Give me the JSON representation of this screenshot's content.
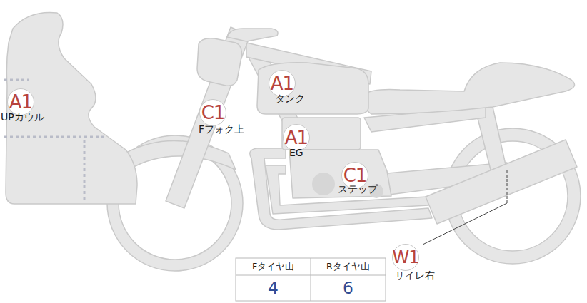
{
  "diagram": {
    "nodes": [
      {
        "text": [
          "A1",
          "UPカウル"
        ]
      },
      {
        "text": [
          "A1",
          "タンク"
        ]
      },
      {
        "text": [
          "C1",
          "Fフォク上"
        ]
      },
      {
        "text": [
          "A1",
          "EG"
        ]
      },
      {
        "text": [
          "C1",
          "ステップ"
        ]
      },
      {
        "text": [
          "W1",
          "サイレ右"
        ]
      }
    ],
    "labels": [
      "Fタイヤ山",
      "Rタイヤ山",
      "4",
      "6"
    ]
  }
}
